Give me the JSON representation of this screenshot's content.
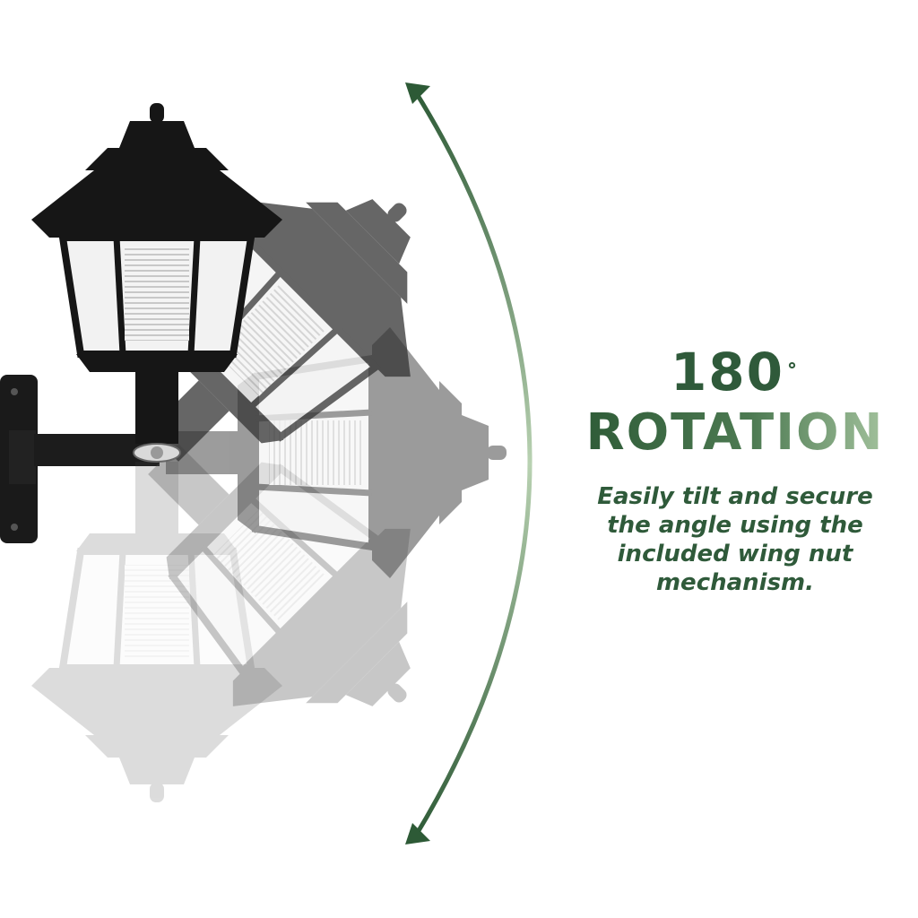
{
  "headline": {
    "number": "180",
    "degree_symbol": "˚",
    "word": "ROTATION"
  },
  "caption": "Easily tilt and secure the angle using the included wing nut mechanism.",
  "colors": {
    "accent_dark": "#2f5a3a",
    "accent_light": "#a9c7a2",
    "arrow": "#2d5a36"
  },
  "icons": {
    "arrow_top": "arrow-up-left-icon",
    "arrow_bottom": "arrow-down-left-icon"
  }
}
